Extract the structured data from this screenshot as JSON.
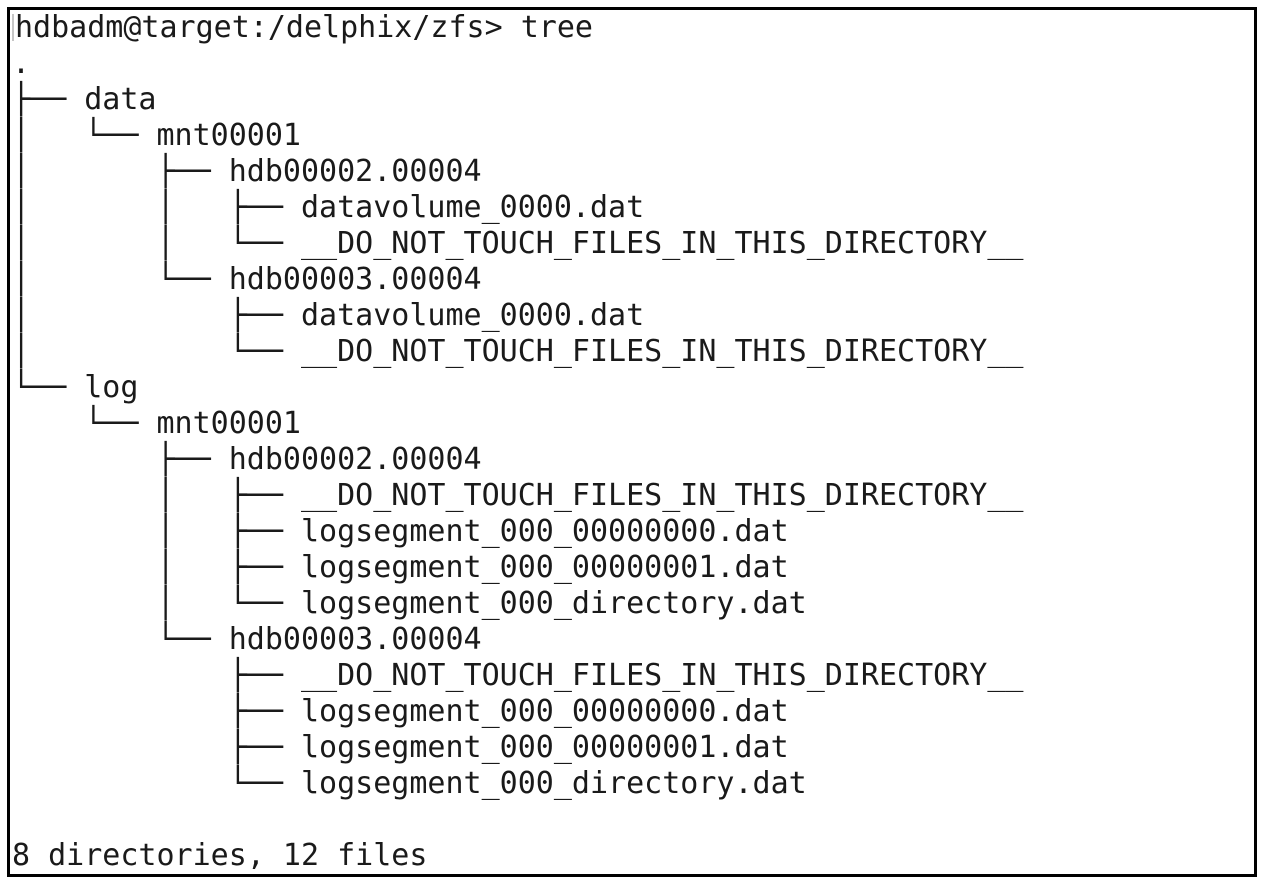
{
  "colors": {
    "background": "#ffffff",
    "text": "#1a1a1a",
    "frame_border": "#000000",
    "caret": "#c6c6c6"
  },
  "prompt": {
    "user": "hdbadm",
    "host": "target",
    "cwd": "/delphix/zfs",
    "prompt_symbol": ">",
    "command": "tree"
  },
  "summary": {
    "directories": 8,
    "files": 12,
    "text": "8 directories, 12 files"
  },
  "filesystem_tree": {
    "root": ".",
    "children": [
      {
        "name": "data",
        "type": "dir",
        "children": [
          {
            "name": "mnt00001",
            "type": "dir",
            "children": [
              {
                "name": "hdb00002.00004",
                "type": "dir",
                "children": [
                  {
                    "name": "datavolume_0000.dat",
                    "type": "file"
                  },
                  {
                    "name": "__DO_NOT_TOUCH_FILES_IN_THIS_DIRECTORY__",
                    "type": "file"
                  }
                ]
              },
              {
                "name": "hdb00003.00004",
                "type": "dir",
                "children": [
                  {
                    "name": "datavolume_0000.dat",
                    "type": "file"
                  },
                  {
                    "name": "__DO_NOT_TOUCH_FILES_IN_THIS_DIRECTORY__",
                    "type": "file"
                  }
                ]
              }
            ]
          }
        ]
      },
      {
        "name": "log",
        "type": "dir",
        "children": [
          {
            "name": "mnt00001",
            "type": "dir",
            "children": [
              {
                "name": "hdb00002.00004",
                "type": "dir",
                "children": [
                  {
                    "name": "__DO_NOT_TOUCH_FILES_IN_THIS_DIRECTORY__",
                    "type": "file"
                  },
                  {
                    "name": "logsegment_000_00000000.dat",
                    "type": "file"
                  },
                  {
                    "name": "logsegment_000_00000001.dat",
                    "type": "file"
                  },
                  {
                    "name": "logsegment_000_directory.dat",
                    "type": "file"
                  }
                ]
              },
              {
                "name": "hdb00003.00004",
                "type": "dir",
                "children": [
                  {
                    "name": "__DO_NOT_TOUCH_FILES_IN_THIS_DIRECTORY__",
                    "type": "file"
                  },
                  {
                    "name": "logsegment_000_00000000.dat",
                    "type": "file"
                  },
                  {
                    "name": "logsegment_000_00000001.dat",
                    "type": "file"
                  },
                  {
                    "name": "logsegment_000_directory.dat",
                    "type": "file"
                  }
                ]
              }
            ]
          }
        ]
      }
    ]
  },
  "terminal": {
    "lines": [
      "hdbadm@target:/delphix/zfs> tree",
      ".",
      "├── data",
      "│   └── mnt00001",
      "│       ├── hdb00002.00004",
      "│       │   ├── datavolume_0000.dat",
      "│       │   └── __DO_NOT_TOUCH_FILES_IN_THIS_DIRECTORY__",
      "│       └── hdb00003.00004",
      "│           ├── datavolume_0000.dat",
      "│           └── __DO_NOT_TOUCH_FILES_IN_THIS_DIRECTORY__",
      "└── log",
      "    └── mnt00001",
      "        ├── hdb00002.00004",
      "        │   ├── __DO_NOT_TOUCH_FILES_IN_THIS_DIRECTORY__",
      "        │   ├── logsegment_000_00000000.dat",
      "        │   ├── logsegment_000_00000001.dat",
      "        │   └── logsegment_000_directory.dat",
      "        └── hdb00003.00004",
      "            ├── __DO_NOT_TOUCH_FILES_IN_THIS_DIRECTORY__",
      "            ├── logsegment_000_00000000.dat",
      "            ├── logsegment_000_00000001.dat",
      "            └── logsegment_000_directory.dat",
      "",
      "8 directories, 12 files"
    ]
  }
}
